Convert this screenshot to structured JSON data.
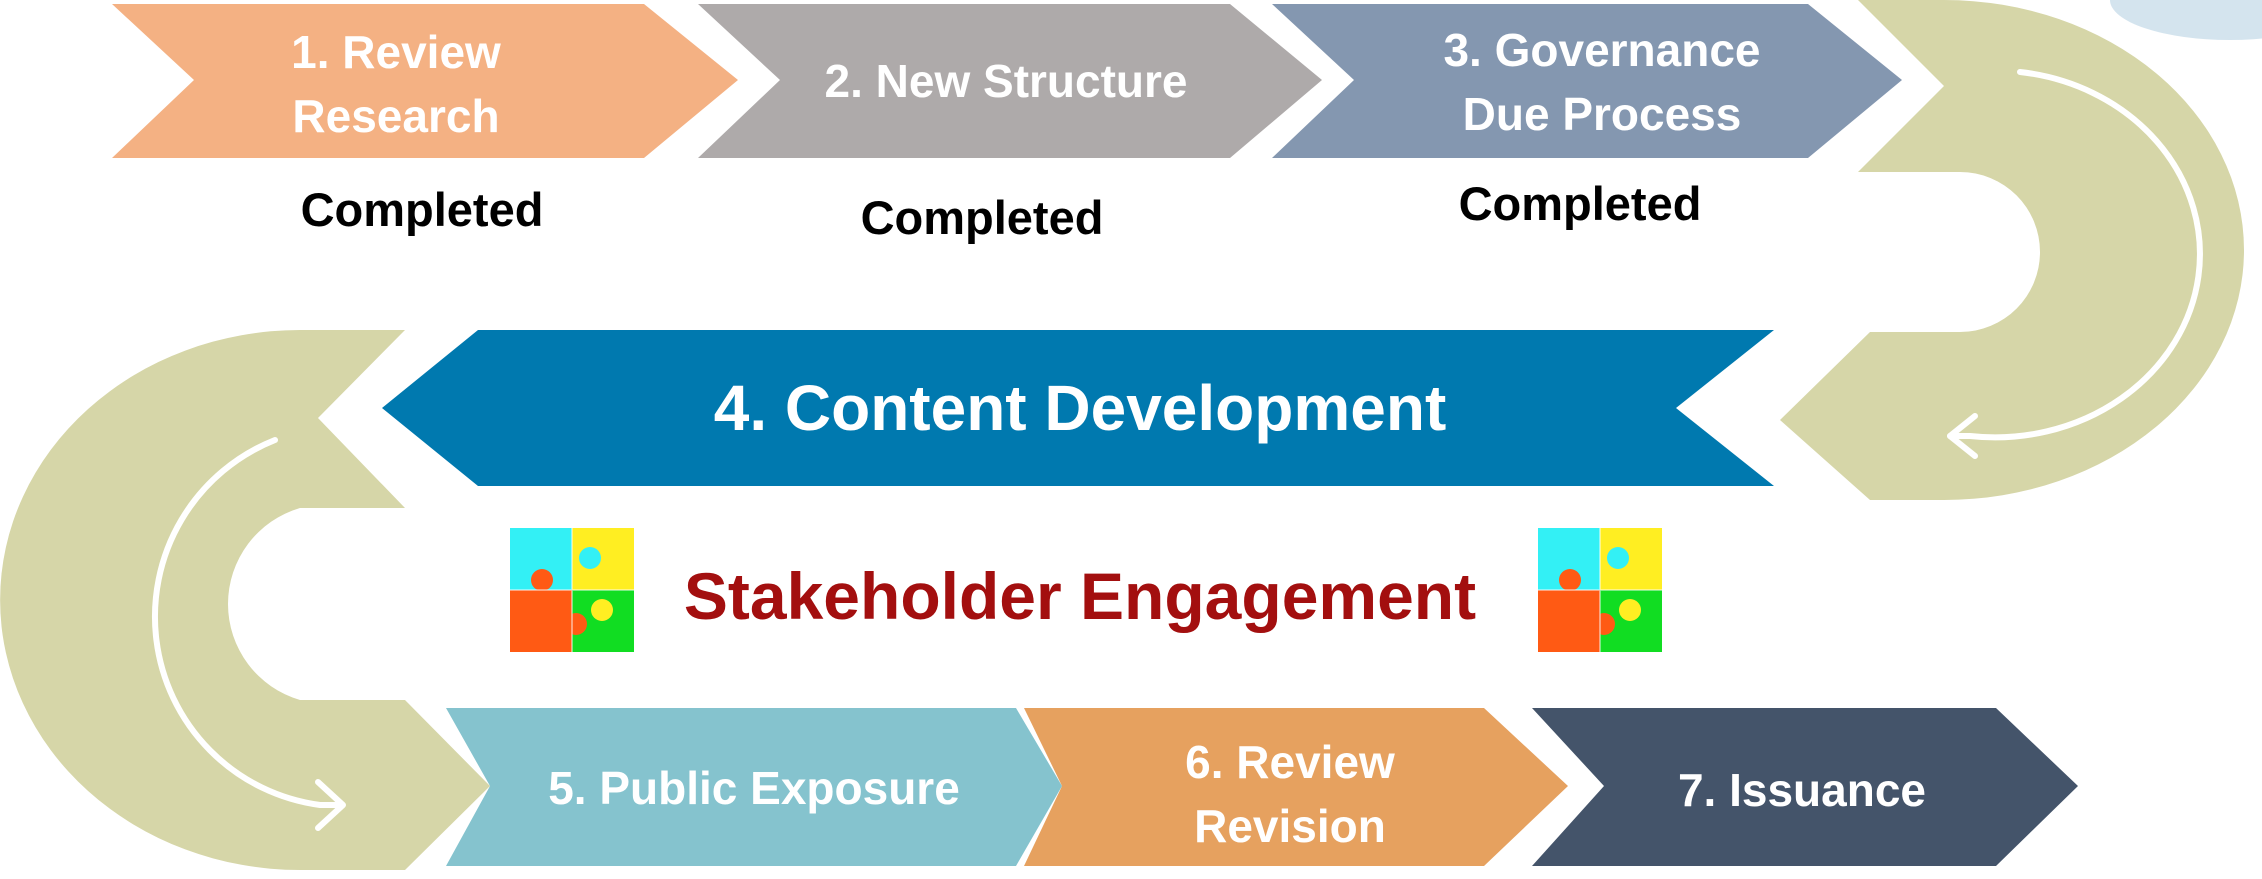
{
  "steps": {
    "step1": {
      "line1": "1. Review",
      "line2": "Research",
      "color": "#F4B183"
    },
    "step2": {
      "line1": "2.  New Structure",
      "color": "#AEAAAA"
    },
    "step3": {
      "line1": "3. Governance",
      "line2": "Due Process",
      "color": "#8497B0"
    },
    "step4": {
      "line1": "4. Content Development",
      "color": "#0079AF"
    },
    "step5": {
      "line1": "5. Public Exposure",
      "color": "#85C3CE"
    },
    "step6": {
      "line1": "6. Review",
      "line2": "Revision",
      "color": "#E6A15F"
    },
    "step7": {
      "line1": "7. Issuance",
      "color": "#44546A"
    }
  },
  "status": {
    "step1": "Completed",
    "step2": "Completed",
    "step3": "Completed"
  },
  "engagement": {
    "label": "Stakeholder Engagement",
    "color": "#A30F0F"
  },
  "connector_color": "#D6D6A8",
  "puzzle_colors": {
    "cyan": "#33F0F5",
    "yellow": "#FFEE22",
    "orange": "#FF5A14",
    "green": "#11DD22"
  },
  "icons": [
    "puzzle-icon",
    "curved-arrow-icon"
  ]
}
